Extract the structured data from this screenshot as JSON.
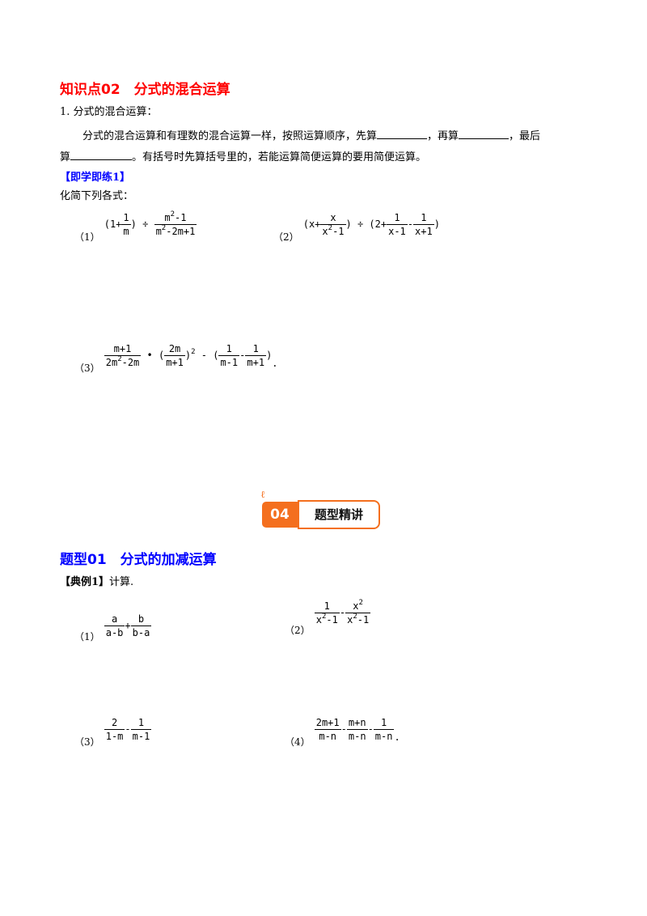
{
  "section": {
    "title": "知识点02　分式的混合运算",
    "item1_heading": "1. 分式的混合运算：",
    "para_line1_a": "分式的混合运算和有理数的混合运算一样，按照运算顺序，先算",
    "para_line1_b": "，再算",
    "para_line1_c": "，最后",
    "para_line2_a": "算",
    "para_line2_b": "。有括号时先算括号里的，若能运算简便运算的要用简便运算。",
    "practice_tag": "【即学即练1】",
    "practice_prompt": "化简下列各式：",
    "problems": [
      {
        "label": "（1）"
      },
      {
        "label": "（2）"
      },
      {
        "label": "（3）"
      }
    ]
  },
  "banner": {
    "number": "04",
    "title": "题型精讲"
  },
  "type01": {
    "title": "题型01　分式的加减运算",
    "example_tag": "【典例1】",
    "example_prompt": "计算.",
    "problems": [
      {
        "label": "（1）"
      },
      {
        "label": "（2）"
      },
      {
        "label": "（3）"
      },
      {
        "label": "（4）"
      }
    ]
  },
  "colors": {
    "heading_red": "#ff0000",
    "heading_blue": "#0000ff",
    "banner_orange": "#f46f1e"
  }
}
